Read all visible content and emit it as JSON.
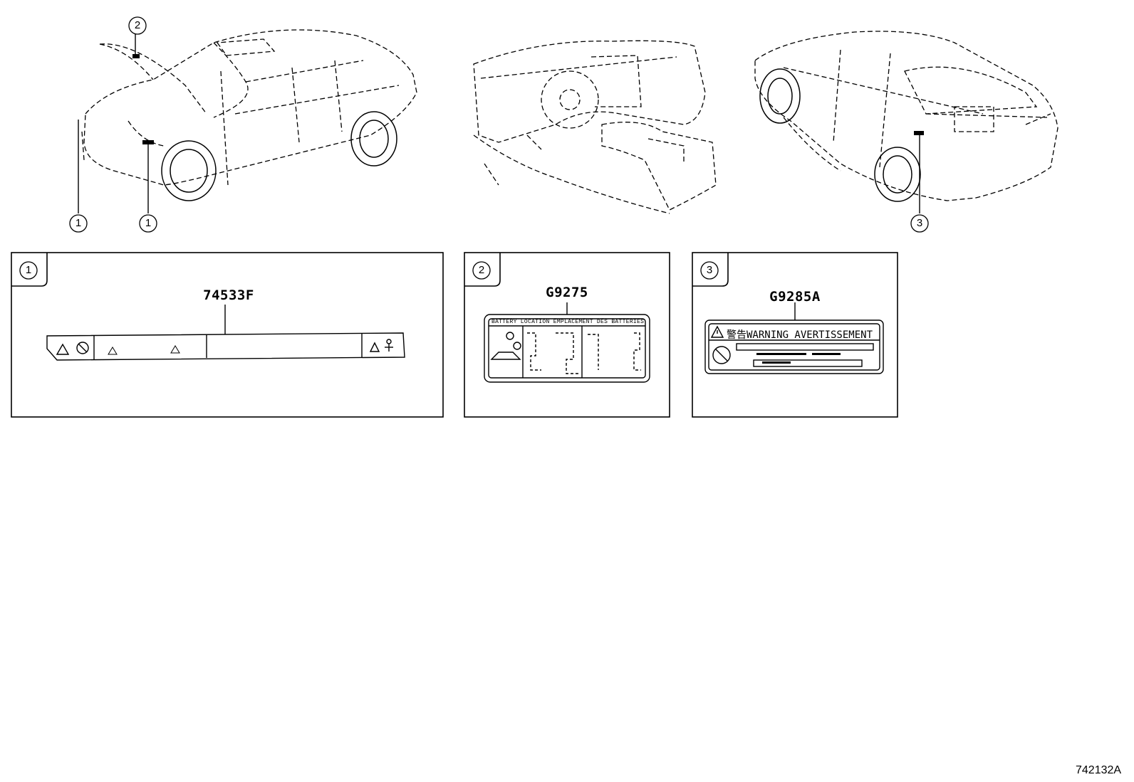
{
  "diagram": {
    "figure_code": "742132A",
    "callouts": {
      "front_left": "1",
      "front_right": "1",
      "hood": "2",
      "rear": "3"
    },
    "panels": [
      {
        "number": "1",
        "part_number": "74533F"
      },
      {
        "number": "2",
        "part_number": "G9275",
        "label_header": "BATTERY LOCATION  EMPLACEMENT DES BATTERIES"
      },
      {
        "number": "3",
        "part_number": "G9285A",
        "warning_kanji": "警告",
        "warning_text": "WARNING AVERTISSEMENT"
      }
    ]
  }
}
